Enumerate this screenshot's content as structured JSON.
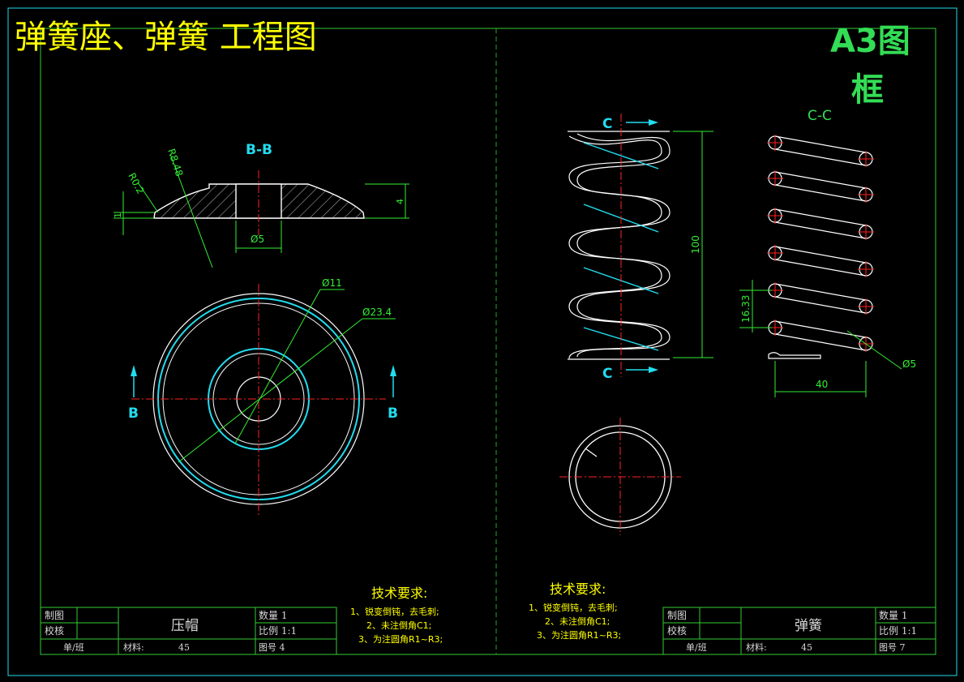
{
  "sheet": {
    "title": "弹簧座、弹簧 工程图",
    "frame_label_line1": "A3图",
    "frame_label_line2": "框"
  },
  "left_view": {
    "section_label": "B-B",
    "cut_marker_left": "B",
    "cut_marker_right": "B",
    "dim_r02": "R0.2",
    "dim_r848": "R8.48",
    "dim_thickness_1": "1",
    "dim_height_4": "4",
    "dim_bore": "Ø5",
    "dim_d11": "Ø11",
    "dim_d234": "Ø23.4"
  },
  "right_view": {
    "cut_marker_top": "C",
    "cut_marker_bottom": "C",
    "section_label": "C-C",
    "dim_length": "100",
    "dim_pitch": "16.33",
    "dim_width": "40",
    "dim_wire": "Ø5"
  },
  "tech_left": {
    "heading": "技术要求:",
    "lines": [
      "1、锐变倒钝，去毛刺;",
      "2、未注倒角C1;",
      "3、为注圆角R1~R3;"
    ]
  },
  "tech_right": {
    "heading": "技术要求:",
    "lines": [
      "1、锐变倒钝，去毛刺;",
      "2、未注倒角C1;",
      "3、为注圆角R1~R3;"
    ]
  },
  "title_block_left": {
    "drawn": "制图",
    "checked": "校核",
    "class": "单/班",
    "part_name": "压帽",
    "quantity": "数量  1",
    "scale": "比例  1:1",
    "material_label": "材料:",
    "material": "45",
    "drawing_no": "图号  4"
  },
  "title_block_right": {
    "drawn": "制图",
    "checked": "校核",
    "class": "单/班",
    "part_name": "弹簧",
    "quantity": "数量  1",
    "scale": "比例  1:1",
    "material_label": "材料:",
    "material": "45",
    "drawing_no": "图号  7"
  },
  "colors": {
    "background": "#000000",
    "frame": "#22ddee",
    "border": "#33cc33",
    "title": "#ffff00",
    "centerline": "#ff2222",
    "object": "#ffffff"
  }
}
